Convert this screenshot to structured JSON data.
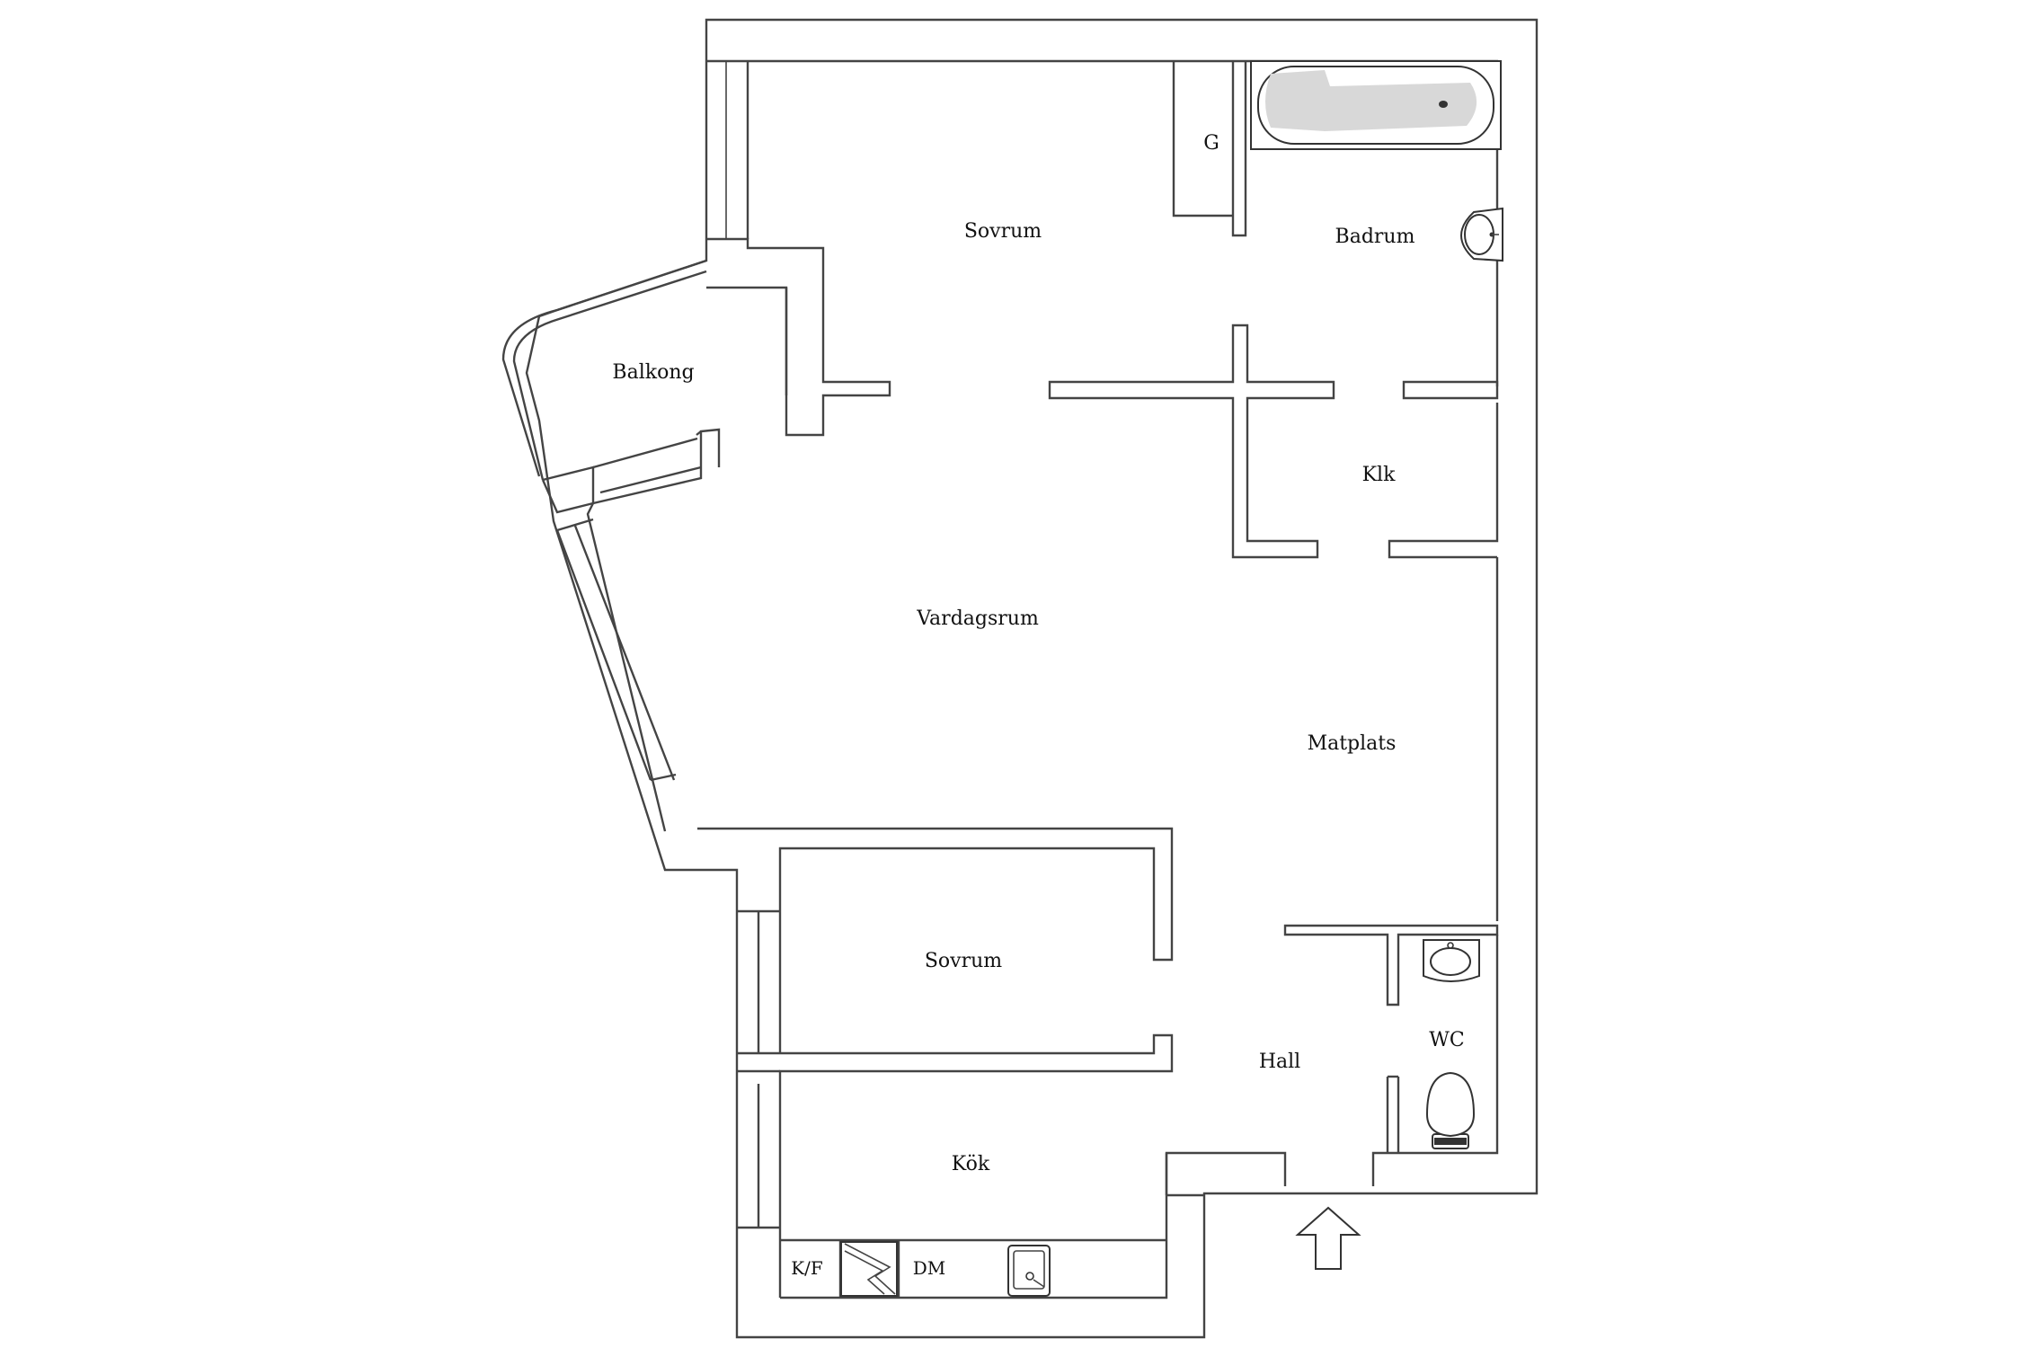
{
  "rooms": {
    "sovrum_top": "Sovrum",
    "g": "G",
    "badrum": "Badrum",
    "balkong": "Balkong",
    "klk": "Klk",
    "vardagsrum": "Vardagsrum",
    "matplats": "Matplats",
    "sovrum_bottom": "Sovrum",
    "wc": "WC",
    "hall": "Hall",
    "kok": "Kök"
  },
  "kitchen": {
    "kf": "K/F",
    "dm": "DM"
  },
  "icons": [
    "bathtub-icon",
    "washbasin-icon",
    "toilet-icon",
    "stove-icon",
    "sink-icon",
    "entrance-arrow-icon"
  ],
  "colors": {
    "wall": "#444444",
    "background": "#ffffff",
    "bathtub_fill": "#d8d8d8"
  }
}
